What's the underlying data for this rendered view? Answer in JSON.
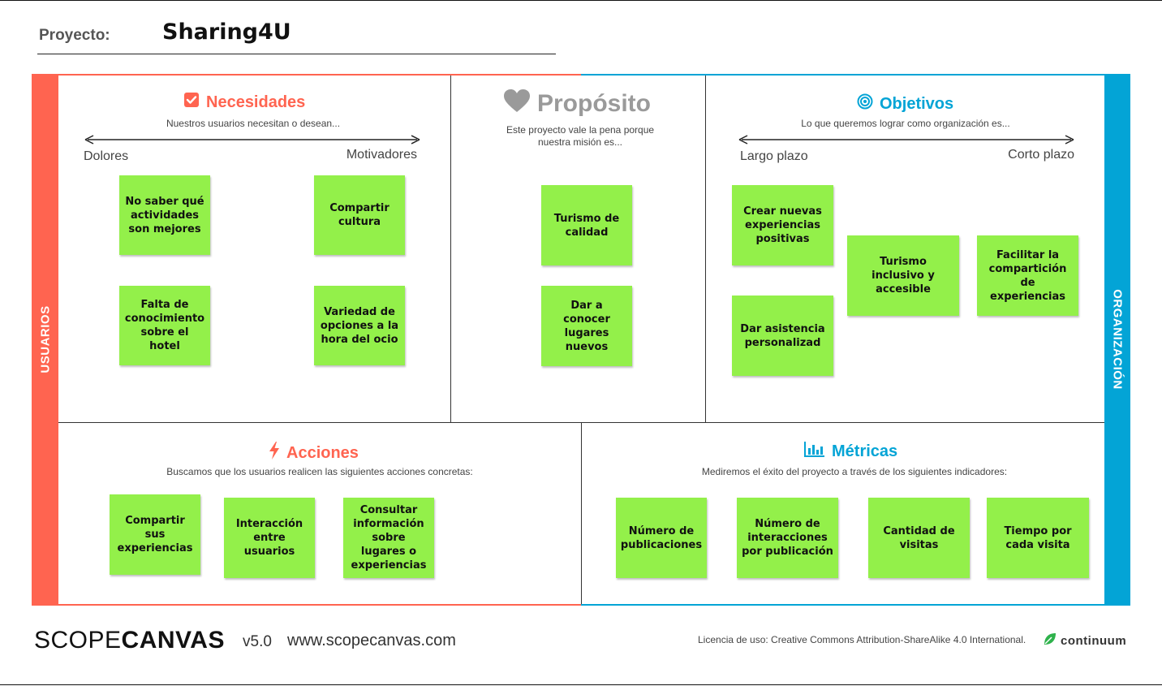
{
  "header": {
    "project_label": "Proyecto:",
    "project_name": "Sharing4U"
  },
  "side_labels": {
    "left": "USUARIOS",
    "right": "ORGANIZACIÓN"
  },
  "colors": {
    "users": "#ff6450",
    "organization": "#03a4d6",
    "note": "#93f04a",
    "purpose": "#9a9a9a"
  },
  "necesidades": {
    "icon": "checkbox-icon",
    "title": "Necesidades",
    "subtitle": "Nuestros usuarios necesitan o desean...",
    "axis_left": "Dolores",
    "axis_right": "Motivadores",
    "notes": [
      "No saber qué actividades son mejores",
      "Compartir cultura",
      "Falta de conocimiento sobre el hotel",
      "Variedad de opciones a la hora del ocio"
    ]
  },
  "proposito": {
    "icon": "heart-icon",
    "title": "Propósito",
    "subtitle": "Este proyecto vale la pena porque nuestra misión es...",
    "notes": [
      "Turismo de calidad",
      "Dar a conocer lugares nuevos"
    ]
  },
  "objetivos": {
    "icon": "target-icon",
    "title": "Objetivos",
    "subtitle": "Lo que queremos lograr como organización es...",
    "axis_left": "Largo plazo",
    "axis_right": "Corto plazo",
    "notes": [
      "Crear nuevas experiencias positivas",
      "Dar asistencia personalizad",
      "Turismo inclusivo y accesible",
      "Facilitar la compartición de experiencias"
    ]
  },
  "acciones": {
    "icon": "lightning-icon",
    "title": "Acciones",
    "subtitle": "Buscamos que los usuarios realicen las siguientes acciones concretas:",
    "notes": [
      "Compartir sus experiencias",
      "Interacción entre usuarios",
      "Consultar información sobre lugares o experiencias"
    ]
  },
  "metricas": {
    "icon": "bar-chart-icon",
    "title": "Métricas",
    "subtitle": "Mediremos el éxito del proyecto a través de los siguientes indicadores:",
    "notes": [
      "Número de publicaciones",
      "Número de interacciones por publicación",
      "Cantidad de visitas",
      "Tiempo por cada visita"
    ]
  },
  "footer": {
    "logo_light": "SCOPE",
    "logo_bold": "CANVAS",
    "version": "v5.0",
    "url": "www.scopecanvas.com",
    "license": "Licencia de uso: Creative Commons Attribution-ShareAlike 4.0 International.",
    "brand": "continuum"
  }
}
